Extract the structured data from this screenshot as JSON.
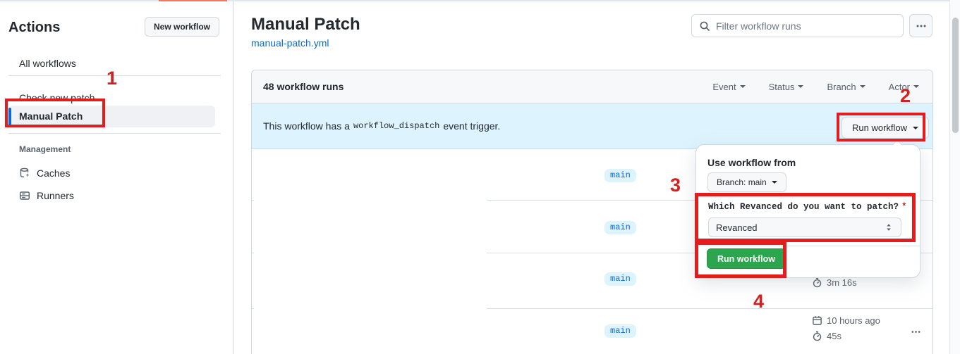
{
  "sidebar": {
    "title": "Actions",
    "new_workflow_button": "New workflow",
    "items": [
      {
        "label": "All workflows",
        "selected": false
      },
      {
        "label": "Check new patch",
        "selected": false
      },
      {
        "label": "Manual Patch",
        "selected": true
      }
    ],
    "management": {
      "label": "Management",
      "items": [
        {
          "label": "Caches",
          "icon": "cache-database-icon"
        },
        {
          "label": "Runners",
          "icon": "runner-server-icon"
        }
      ]
    }
  },
  "header": {
    "title": "Manual Patch",
    "workflow_file": "manual-patch.yml",
    "search_placeholder": "Filter workflow runs"
  },
  "runs_panel": {
    "count_label": "48 workflow runs",
    "filters": [
      {
        "label": "Event"
      },
      {
        "label": "Status"
      },
      {
        "label": "Branch"
      },
      {
        "label": "Actor"
      }
    ],
    "banner": {
      "text_before": "This workflow has a",
      "code": "workflow_dispatch",
      "text_after": "event trigger.",
      "run_workflow_button": "Run workflow"
    },
    "rows": [
      {
        "branch": "main"
      },
      {
        "branch": "main"
      },
      {
        "branch": "main",
        "duration": "3m 16s"
      },
      {
        "branch": "main",
        "time": "10 hours ago",
        "duration": "45s"
      }
    ]
  },
  "popup": {
    "title": "Use workflow from",
    "branch_button": "Branch: main",
    "input_label": "Which Revanced do you want to patch?",
    "required_marker": "*",
    "select_value": "Revanced",
    "run_button": "Run workflow"
  },
  "annotations": {
    "steps": [
      "1",
      "2",
      "3",
      "4"
    ],
    "color": "#e11d1d"
  },
  "colors": {
    "accent_blue": "#0969da",
    "banner_bg": "#ddf4ff",
    "branch_badge_bg": "#ddf4ff",
    "green_button": "#2da44e",
    "panel_header_bg": "#f6f8fa",
    "border": "#d0d7de",
    "tab_underline_orange": "#f4765c",
    "annotation_red": "#e11d1d"
  }
}
